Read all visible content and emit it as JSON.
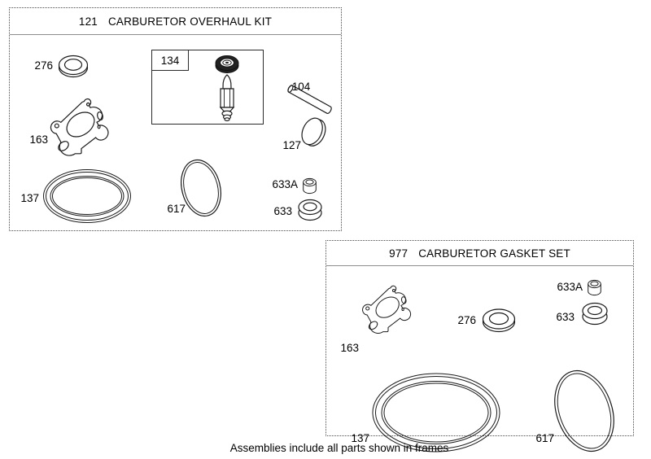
{
  "frames": {
    "overhaul": {
      "number": "121",
      "name": "CARBURETOR OVERHAUL KIT",
      "parts": {
        "p276": "276",
        "p134": "134",
        "p104": "104",
        "p127": "127",
        "p163": "163",
        "p137": "137",
        "p617": "617",
        "p633a": "633A",
        "p633": "633"
      }
    },
    "gasket_set": {
      "number": "977",
      "name": "CARBURETOR GASKET SET",
      "parts": {
        "p163": "163",
        "p276": "276",
        "p633a": "633A",
        "p633": "633",
        "p137": "137",
        "p617": "617"
      }
    }
  },
  "caption": "Assemblies include all parts shown in frames"
}
